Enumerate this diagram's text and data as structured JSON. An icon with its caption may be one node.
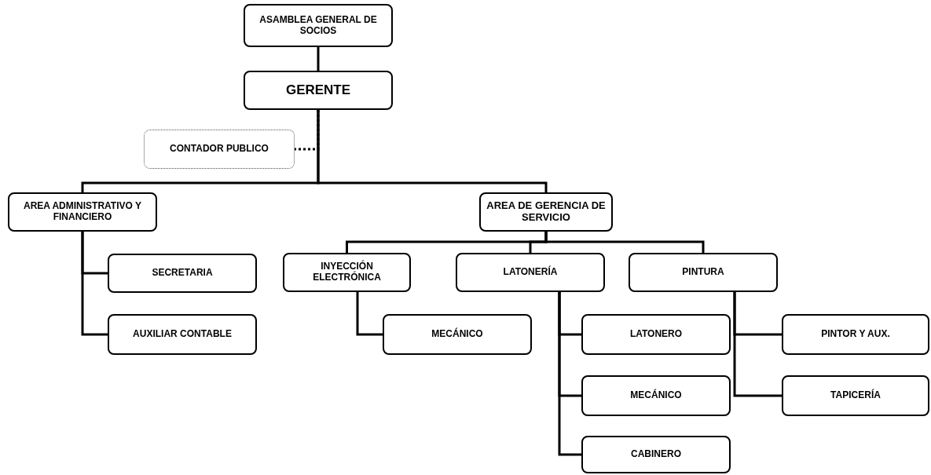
{
  "diagram": {
    "nodes": [
      {
        "text": [
          "ASAMBLEA GENERAL DE SOCIOS"
        ]
      },
      {
        "text": [
          "GERENTE"
        ]
      },
      {
        "text": [
          "CONTADOR PUBLICO"
        ]
      },
      {
        "text": [
          "AREA ADMINISTRATIVO Y FINANCIERO"
        ]
      },
      {
        "text": [
          "AREA DE GERENCIA DE SERVICIO"
        ]
      },
      {
        "text": [
          "SECRETARIA"
        ]
      },
      {
        "text": [
          "AUXILIAR CONTABLE"
        ]
      },
      {
        "text": [
          "INYECCIÓN ELECTRÓNICA"
        ]
      },
      {
        "text": [
          "LATONERÍA"
        ]
      },
      {
        "text": [
          "PINTURA"
        ]
      },
      {
        "text": [
          "MECÁNICO"
        ]
      },
      {
        "text": [
          "LATONERO"
        ]
      },
      {
        "text": [
          "MECÁNICO"
        ]
      },
      {
        "text": [
          "CABINERO"
        ]
      },
      {
        "text": [
          "PINTOR Y AUX."
        ]
      },
      {
        "text": [
          "TAPICERÍA"
        ]
      }
    ],
    "edges": [
      {
        "from": 0,
        "to": 1,
        "arrow": "none"
      },
      {
        "from": 1,
        "to": 2,
        "arrow": "none",
        "style": "dashed"
      },
      {
        "from": 1,
        "to": 3,
        "arrow": "none"
      },
      {
        "from": 1,
        "to": 4,
        "arrow": "none"
      },
      {
        "from": 3,
        "to": 5,
        "arrow": "none"
      },
      {
        "from": 3,
        "to": 6,
        "arrow": "none"
      },
      {
        "from": 4,
        "to": 7,
        "arrow": "none"
      },
      {
        "from": 4,
        "to": 8,
        "arrow": "none"
      },
      {
        "from": 4,
        "to": 9,
        "arrow": "none"
      },
      {
        "from": 7,
        "to": 10,
        "arrow": "none"
      },
      {
        "from": 8,
        "to": 11,
        "arrow": "none"
      },
      {
        "from": 8,
        "to": 12,
        "arrow": "none"
      },
      {
        "from": 8,
        "to": 13,
        "arrow": "none"
      },
      {
        "from": 9,
        "to": 14,
        "arrow": "none"
      },
      {
        "from": 9,
        "to": 15,
        "arrow": "none"
      }
    ]
  }
}
